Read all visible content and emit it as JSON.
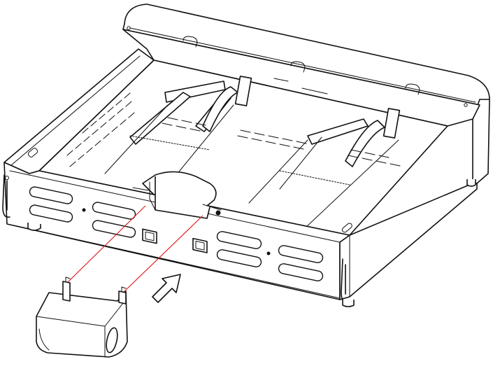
{
  "diagram": {
    "kind": "assembly-instruction",
    "parts": [
      "griddle-base",
      "grease-tray-bracket",
      "grease-cup"
    ],
    "colors": {
      "line": "#111111",
      "guide": "#dd2222",
      "background": "#ffffff"
    },
    "icons": [
      "insert-arrow-icon"
    ]
  }
}
